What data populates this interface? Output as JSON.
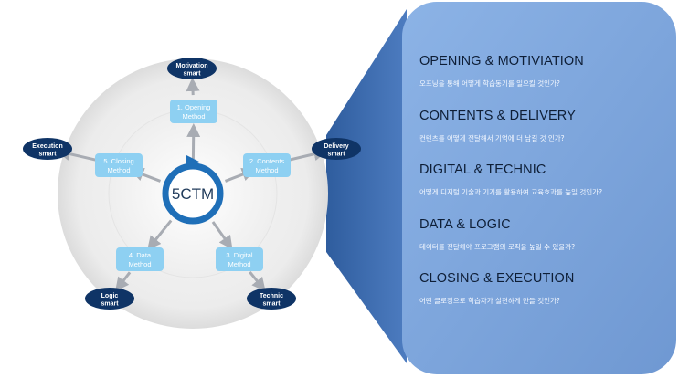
{
  "center": {
    "label": "5CTM"
  },
  "methods": [
    {
      "line1": "1. Opening",
      "line2": "Method"
    },
    {
      "line1": "2. Contents",
      "line2": "Method"
    },
    {
      "line1": "3. Digital",
      "line2": "Method"
    },
    {
      "line1": "4. Data",
      "line2": "Method"
    },
    {
      "line1": "5. Closing",
      "line2": "Method"
    }
  ],
  "smarts": [
    {
      "line1": "Motivation",
      "line2": "smart"
    },
    {
      "line1": "Delivery",
      "line2": "smart"
    },
    {
      "line1": "Technic",
      "line2": "smart"
    },
    {
      "line1": "Logic",
      "line2": "smart"
    },
    {
      "line1": "Execution",
      "line2": "smart"
    }
  ],
  "panel": {
    "items": [
      {
        "heading": "OPENING  & MOTIVIATION",
        "desc": "오프닝을 통해 어떻게 학습동기를 일으킬 것인가?"
      },
      {
        "heading": "CONTENTS & DELIVERY",
        "desc": "컨텐츠를 어떻게 전달해서 기억에 더 남길 것 인가?"
      },
      {
        "heading": "DIGITAL & TECHNIC",
        "desc": "어떻게 디지털 기술과 기기를 활용하여 교육효과를 높일 것인가?"
      },
      {
        "heading": "DATA & LOGIC",
        "desc": "데이터를 전달해야 프로그램의 로직을 높일 수 있을까?"
      },
      {
        "heading": "CLOSING & EXECUTION",
        "desc": "어떤 클로징으로 학습자가 실천하게 만들 것인가?"
      }
    ]
  },
  "colors": {
    "panel_fill": "#7ea6dc",
    "panel_side": "#3f6fb0",
    "method_box": "#8ed0f2",
    "smart_oval": "#0f3466",
    "center_ring": "#1f6fb8",
    "arrow": "#a8acb3"
  }
}
